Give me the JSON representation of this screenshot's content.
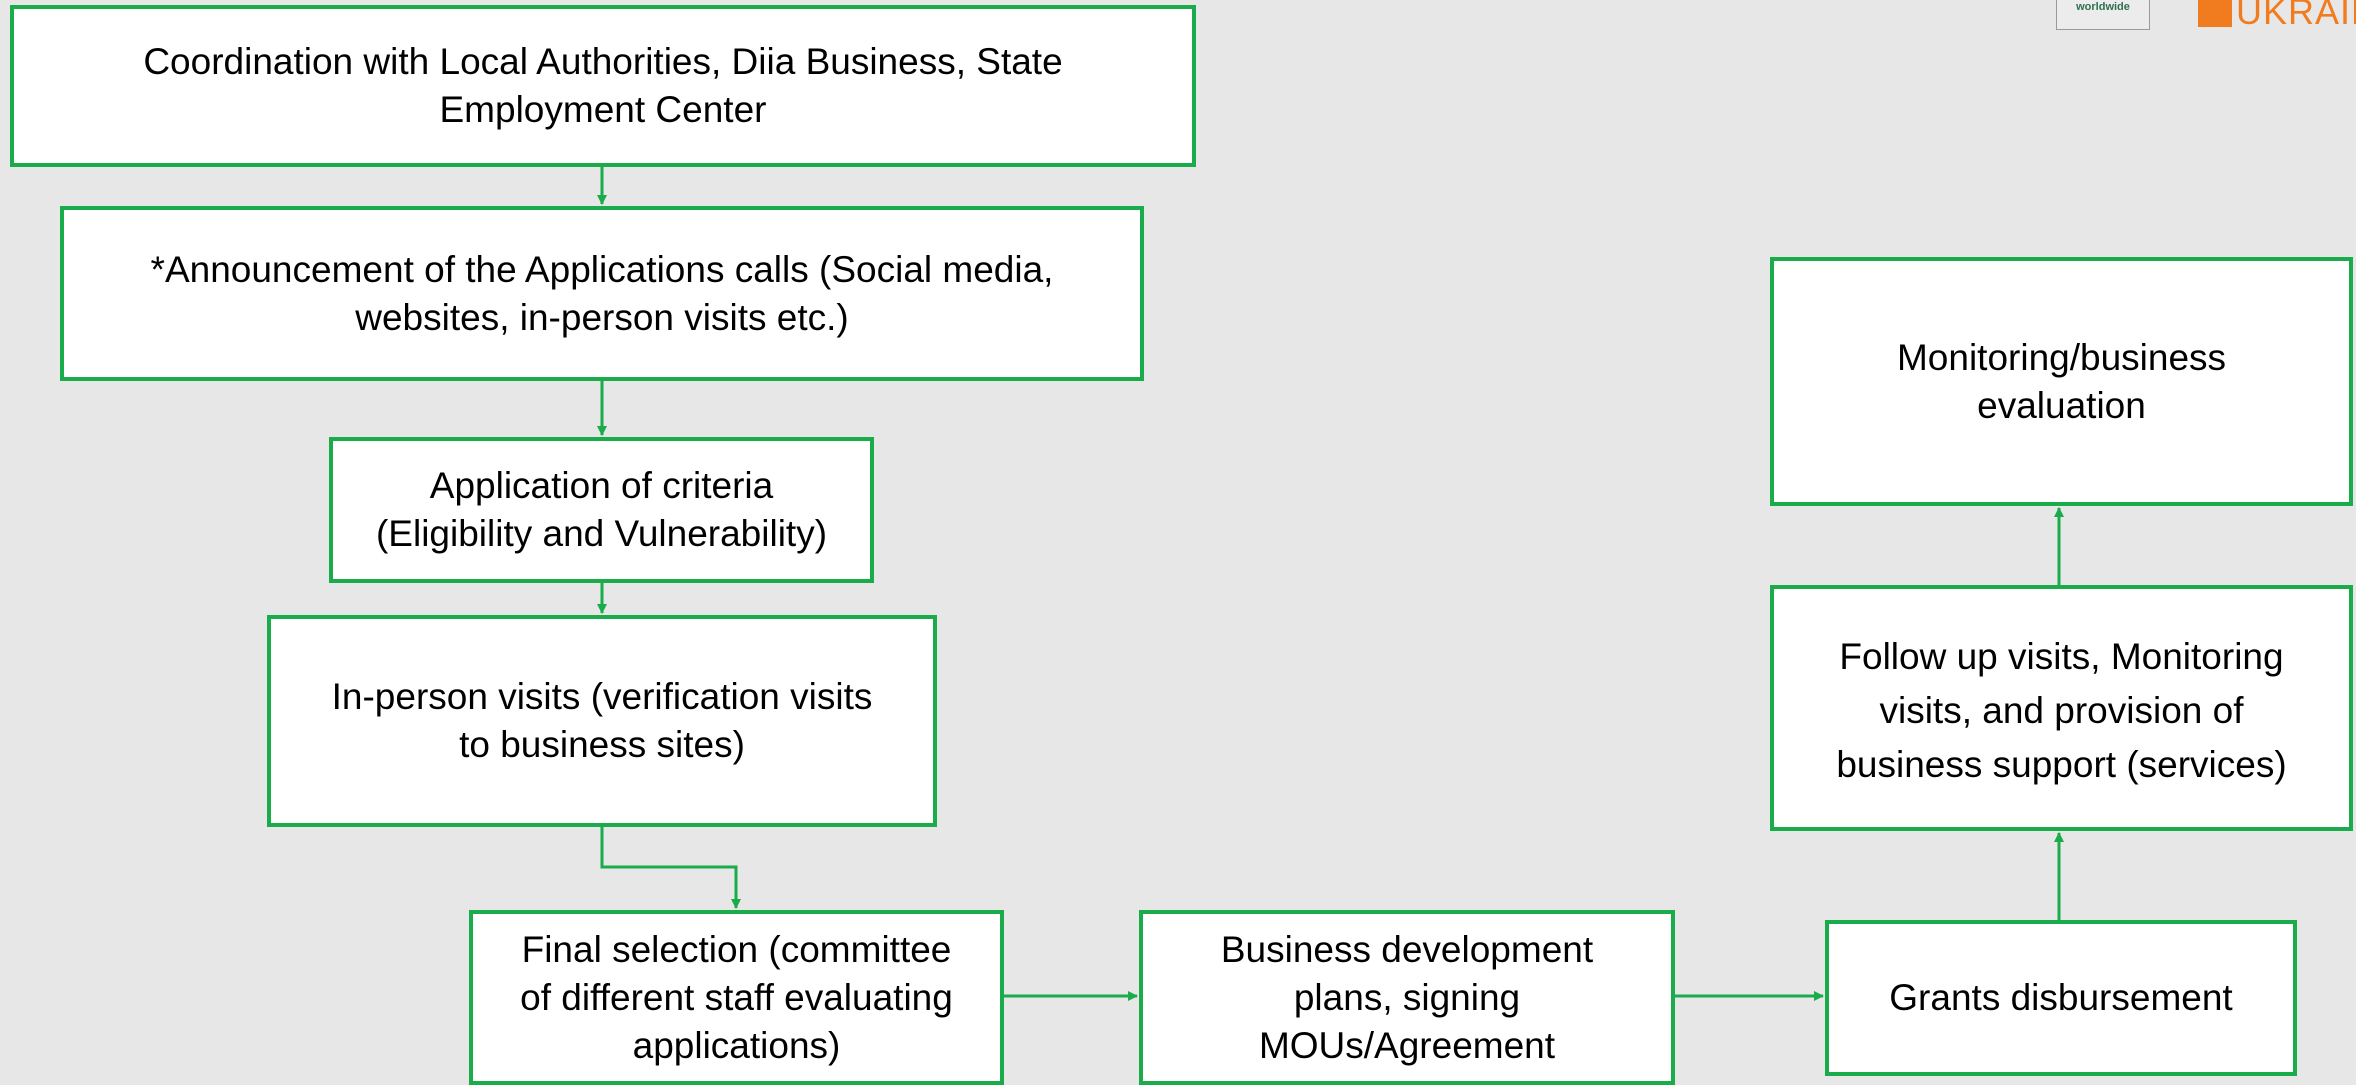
{
  "colors": {
    "background": "#e7e7e7",
    "box_fill": "#ffffff",
    "box_border": "#1aab4b",
    "arrow": "#1aab4b",
    "logo_orange": "#f07c1f"
  },
  "logo": {
    "badge_text": "worldwide",
    "country_text": "UKRAINE"
  },
  "steps": {
    "coordination": {
      "line1": "Coordination with Local Authorities, Diia Business, State",
      "line2": "Employment Center"
    },
    "announcement": {
      "line1": "*Announcement of the Applications calls (Social media,",
      "line2": "websites, in-person visits etc.)"
    },
    "criteria": {
      "line1": "Application of criteria",
      "line2": "(Eligibility and Vulnerability)"
    },
    "visits": {
      "line1": "In-person visits (verification visits",
      "line2": "to business sites)"
    },
    "final_selection": {
      "line1": "Final selection (committee",
      "line2": "of different staff evaluating",
      "line3": "applications)"
    },
    "business_plans": {
      "line1": "Business development",
      "line2": "plans, signing",
      "line3": "MOUs/Agreement"
    },
    "grants": {
      "line1": "Grants disbursement"
    },
    "follow_up": {
      "line1": "Follow up visits, Monitoring",
      "line2": "visits, and provision of",
      "line3": "business support (services)"
    },
    "monitoring": {
      "line1": "Monitoring/business",
      "line2": "evaluation"
    }
  }
}
